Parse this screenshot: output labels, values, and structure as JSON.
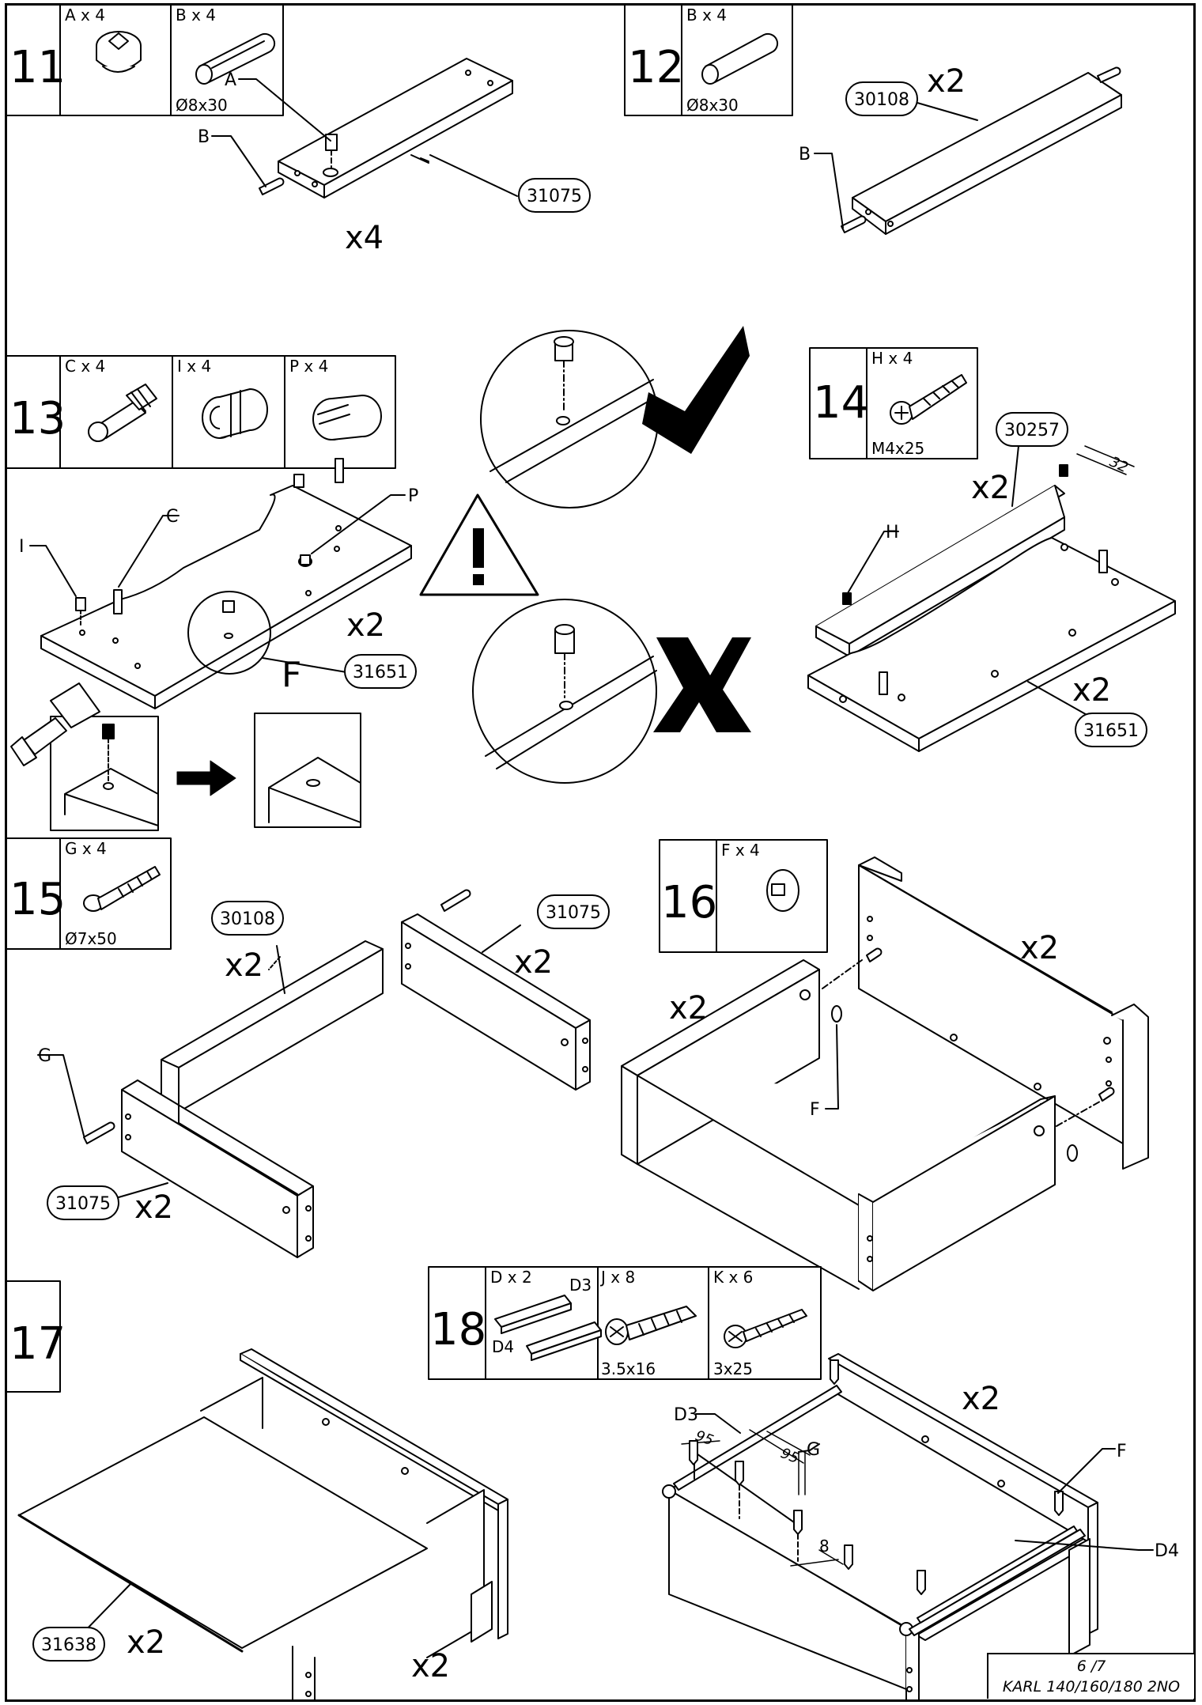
{
  "steps": [
    {
      "number": "11",
      "parts": [
        {
          "label": "A x 4"
        },
        {
          "label": "B x 4",
          "size": "Ø8x30"
        }
      ]
    },
    {
      "number": "12",
      "parts": [
        {
          "label": "B x 4",
          "size": "Ø8x30"
        }
      ]
    },
    {
      "number": "13",
      "parts": [
        {
          "label": "C x 4"
        },
        {
          "label": "I x 4"
        },
        {
          "label": "P x 4"
        }
      ]
    },
    {
      "number": "14",
      "parts": [
        {
          "label": "H x 4",
          "size": "M4x25"
        }
      ]
    },
    {
      "number": "15",
      "parts": [
        {
          "label": "G x 4",
          "size": "Ø7x50"
        }
      ]
    },
    {
      "number": "16",
      "parts": [
        {
          "label": "F x 4"
        }
      ]
    },
    {
      "number": "17",
      "parts": []
    },
    {
      "number": "18",
      "parts": [
        {
          "label": "D x 2",
          "sub": [
            "D3",
            "D4"
          ]
        },
        {
          "label": "J x 8",
          "size": "3.5x16"
        },
        {
          "label": "K x 6",
          "size": "3x25"
        }
      ]
    }
  ],
  "callouts": {
    "p31075": "31075",
    "p30108": "30108",
    "p31651": "31651",
    "p30257": "30257",
    "p31638": "31638"
  },
  "quantities": {
    "x4": "x4",
    "x2": "x2"
  },
  "letters": {
    "A": "A",
    "B": "B",
    "C": "C",
    "D3": "D3",
    "D4": "D4",
    "F": "F",
    "G": "G",
    "H": "H",
    "I": "I",
    "P": "P"
  },
  "dimensions": {
    "d32": "32",
    "d95": "95",
    "d8": "8"
  },
  "footer": {
    "page": "6 /7",
    "model": "KARL 140/160/180 2NO"
  }
}
